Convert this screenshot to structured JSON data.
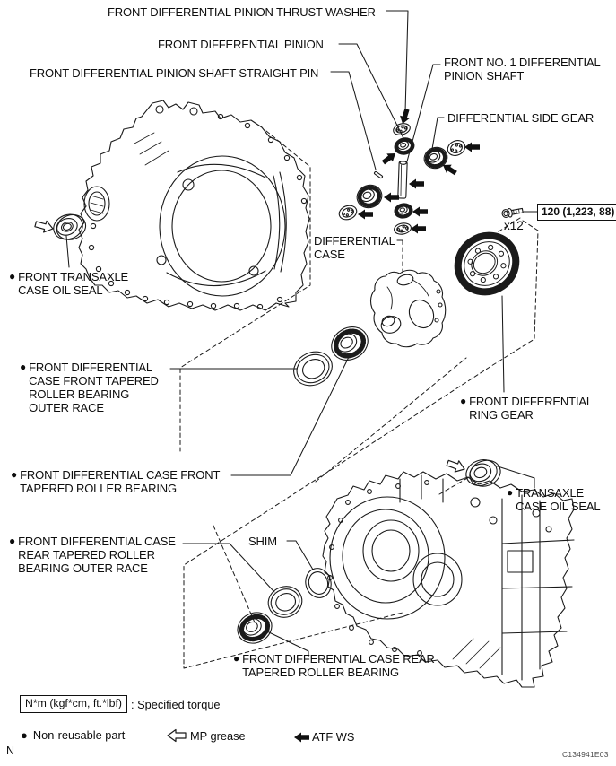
{
  "diagram": {
    "bullet_char": "●",
    "callouts": {
      "thrust_washer": {
        "lines": [
          "FRONT DIFFERENTIAL PINION THRUST WASHER"
        ]
      },
      "pinion": {
        "lines": [
          "FRONT DIFFERENTIAL PINION"
        ]
      },
      "straight_pin": {
        "lines": [
          "FRONT DIFFERENTIAL PINION SHAFT STRAIGHT PIN"
        ]
      },
      "pinion_shaft": {
        "lines": [
          "FRONT NO. 1 DIFFERENTIAL",
          "PINION SHAFT"
        ]
      },
      "side_gear": {
        "lines": [
          "DIFFERENTIAL SIDE GEAR"
        ]
      },
      "diff_case": {
        "lines": [
          "DIFFERENTIAL",
          "CASE"
        ]
      },
      "front_transaxle_seal": {
        "lines": [
          "FRONT TRANSAXLE",
          "CASE OIL SEAL"
        ]
      },
      "front_race": {
        "lines": [
          "FRONT DIFFERENTIAL",
          "CASE FRONT TAPERED",
          "ROLLER BEARING",
          "OUTER RACE"
        ]
      },
      "front_bearing": {
        "lines": [
          "FRONT DIFFERENTIAL CASE FRONT",
          "TAPERED ROLLER BEARING"
        ]
      },
      "rear_race": {
        "lines": [
          "FRONT DIFFERENTIAL CASE",
          "REAR TAPERED ROLLER",
          "BEARING OUTER RACE"
        ]
      },
      "shim": {
        "lines": [
          "SHIM"
        ]
      },
      "ring_gear": {
        "lines": [
          "FRONT DIFFERENTIAL",
          "RING GEAR"
        ]
      },
      "transaxle_seal": {
        "lines": [
          "TRANSAXLE",
          "CASE OIL SEAL"
        ]
      },
      "rear_bearing": {
        "lines": [
          "FRONT DIFFERENTIAL CASE REAR",
          "TAPERED ROLLER BEARING"
        ]
      }
    },
    "torque_spec": {
      "value": "120 (1,223, 88)",
      "bolt_count": "x12"
    },
    "legend": {
      "torque_box": "N*m (kgf*cm, ft.*lbf)",
      "torque_desc": ": Specified torque",
      "non_reusable": "Non-reusable part",
      "mp_grease": "MP grease",
      "atf": "ATF WS"
    },
    "footer": {
      "page_letter": "N",
      "figure_code": "C134941E03"
    },
    "colors": {
      "line": "#1a1a1a",
      "background": "#ffffff"
    }
  }
}
